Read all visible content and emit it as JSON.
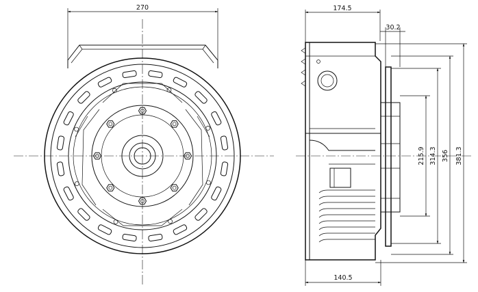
{
  "front_view": {
    "width_label": "270"
  },
  "side_view": {
    "length_label": "174.5",
    "base_label": "140.5",
    "flange_label": "30.2",
    "diam1_label": "215.9",
    "diam2_label": "314.3",
    "diam3_label": "356",
    "diam4_label": "381.3"
  }
}
